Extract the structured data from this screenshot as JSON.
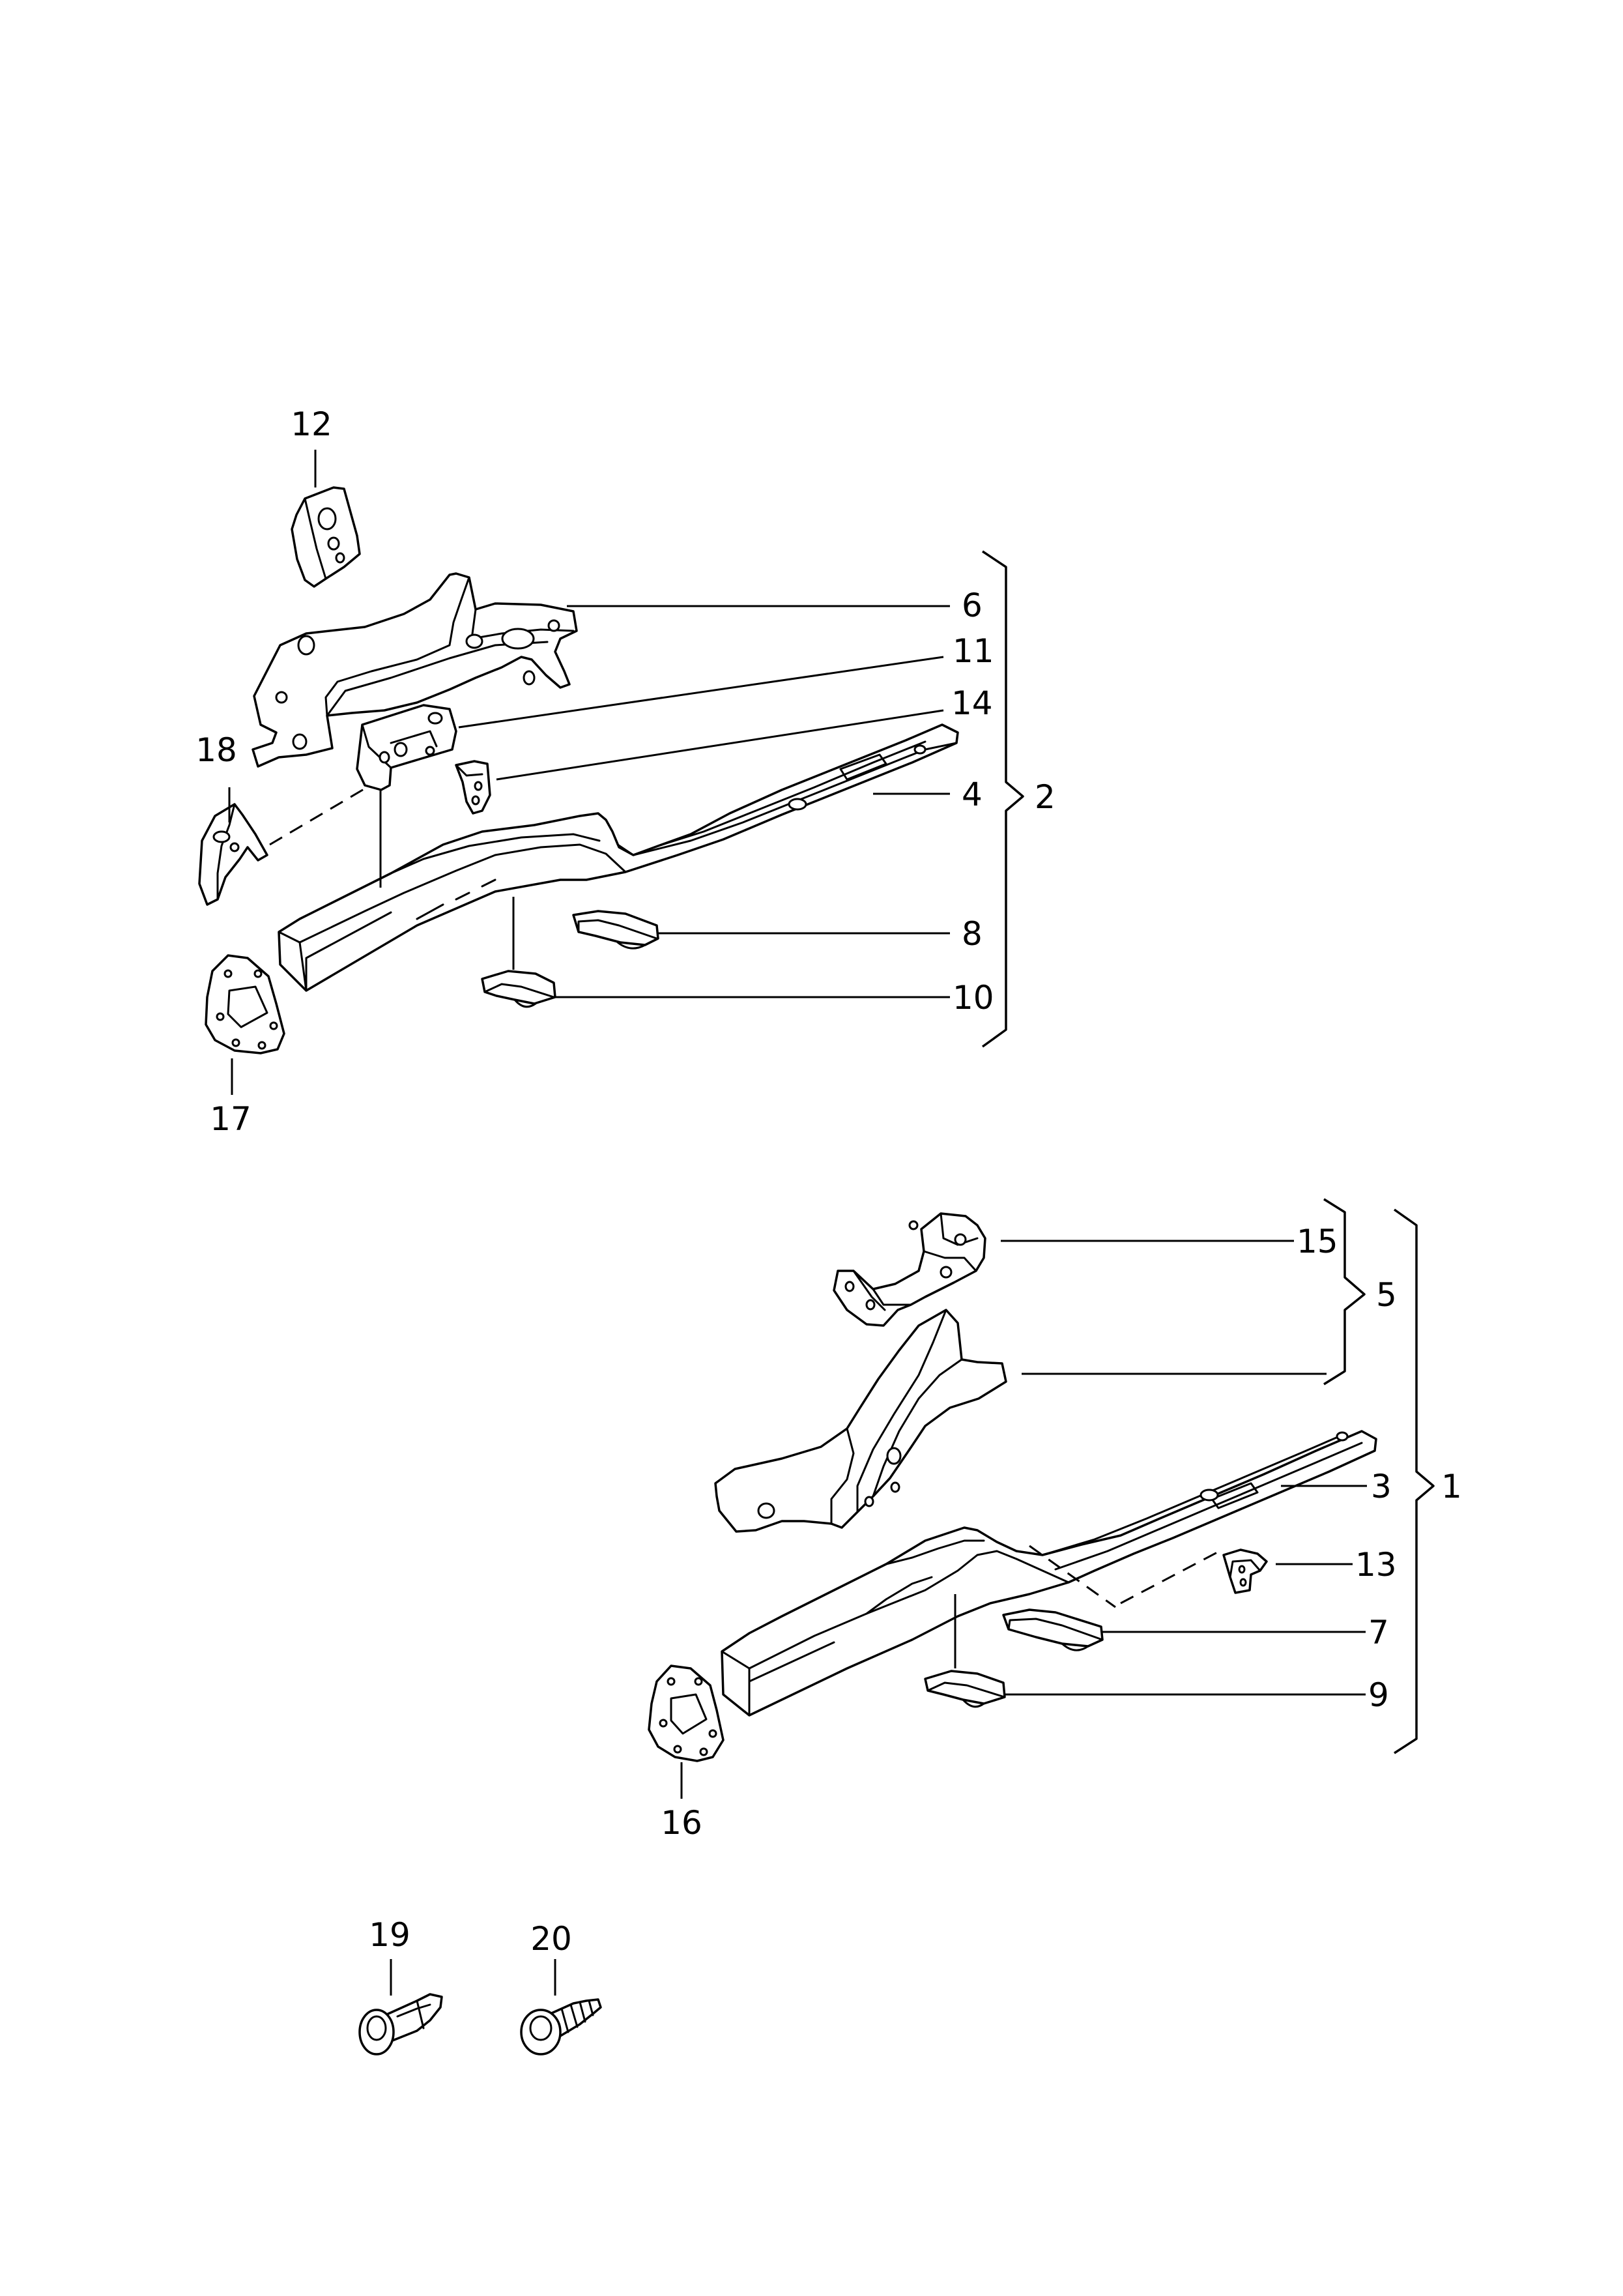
{
  "diagram": {
    "callouts": [
      "1",
      "2",
      "3",
      "4",
      "5",
      "6",
      "7",
      "8",
      "9",
      "10",
      "11",
      "12",
      "13",
      "14",
      "15",
      "16",
      "17",
      "18",
      "19",
      "20"
    ]
  }
}
